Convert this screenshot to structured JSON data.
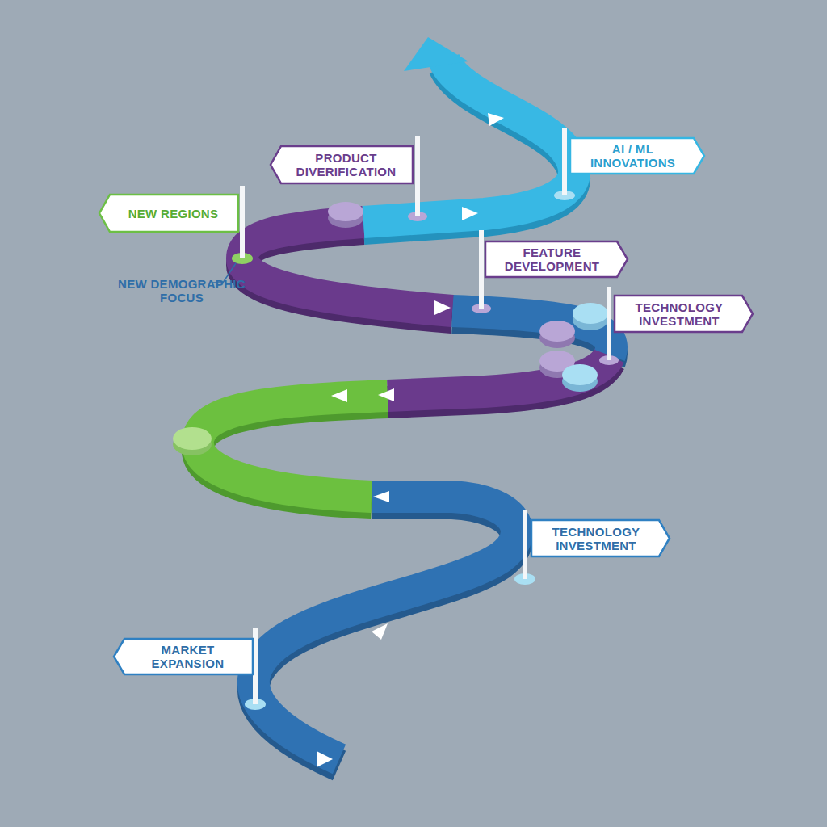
{
  "diagram": {
    "nodes": [
      {
        "text": [
          "AI / ML INNOVATIONS"
        ]
      },
      {
        "text": [
          "PRODUCT DIVERIFICATION"
        ]
      },
      {
        "text": [
          "NEW REGIONS"
        ]
      },
      {
        "text": [
          "FEATURE DEVELOPMENT"
        ]
      },
      {
        "text": [
          "TECHNOLOGY INVESTMENT"
        ]
      },
      {
        "text": [
          "TECHNOLOGY INVESTMENT"
        ]
      },
      {
        "text": [
          "MARKET EXPANSION"
        ]
      }
    ],
    "labels": [
      "NEW DEMOGRAPHIC FOCUS"
    ]
  }
}
